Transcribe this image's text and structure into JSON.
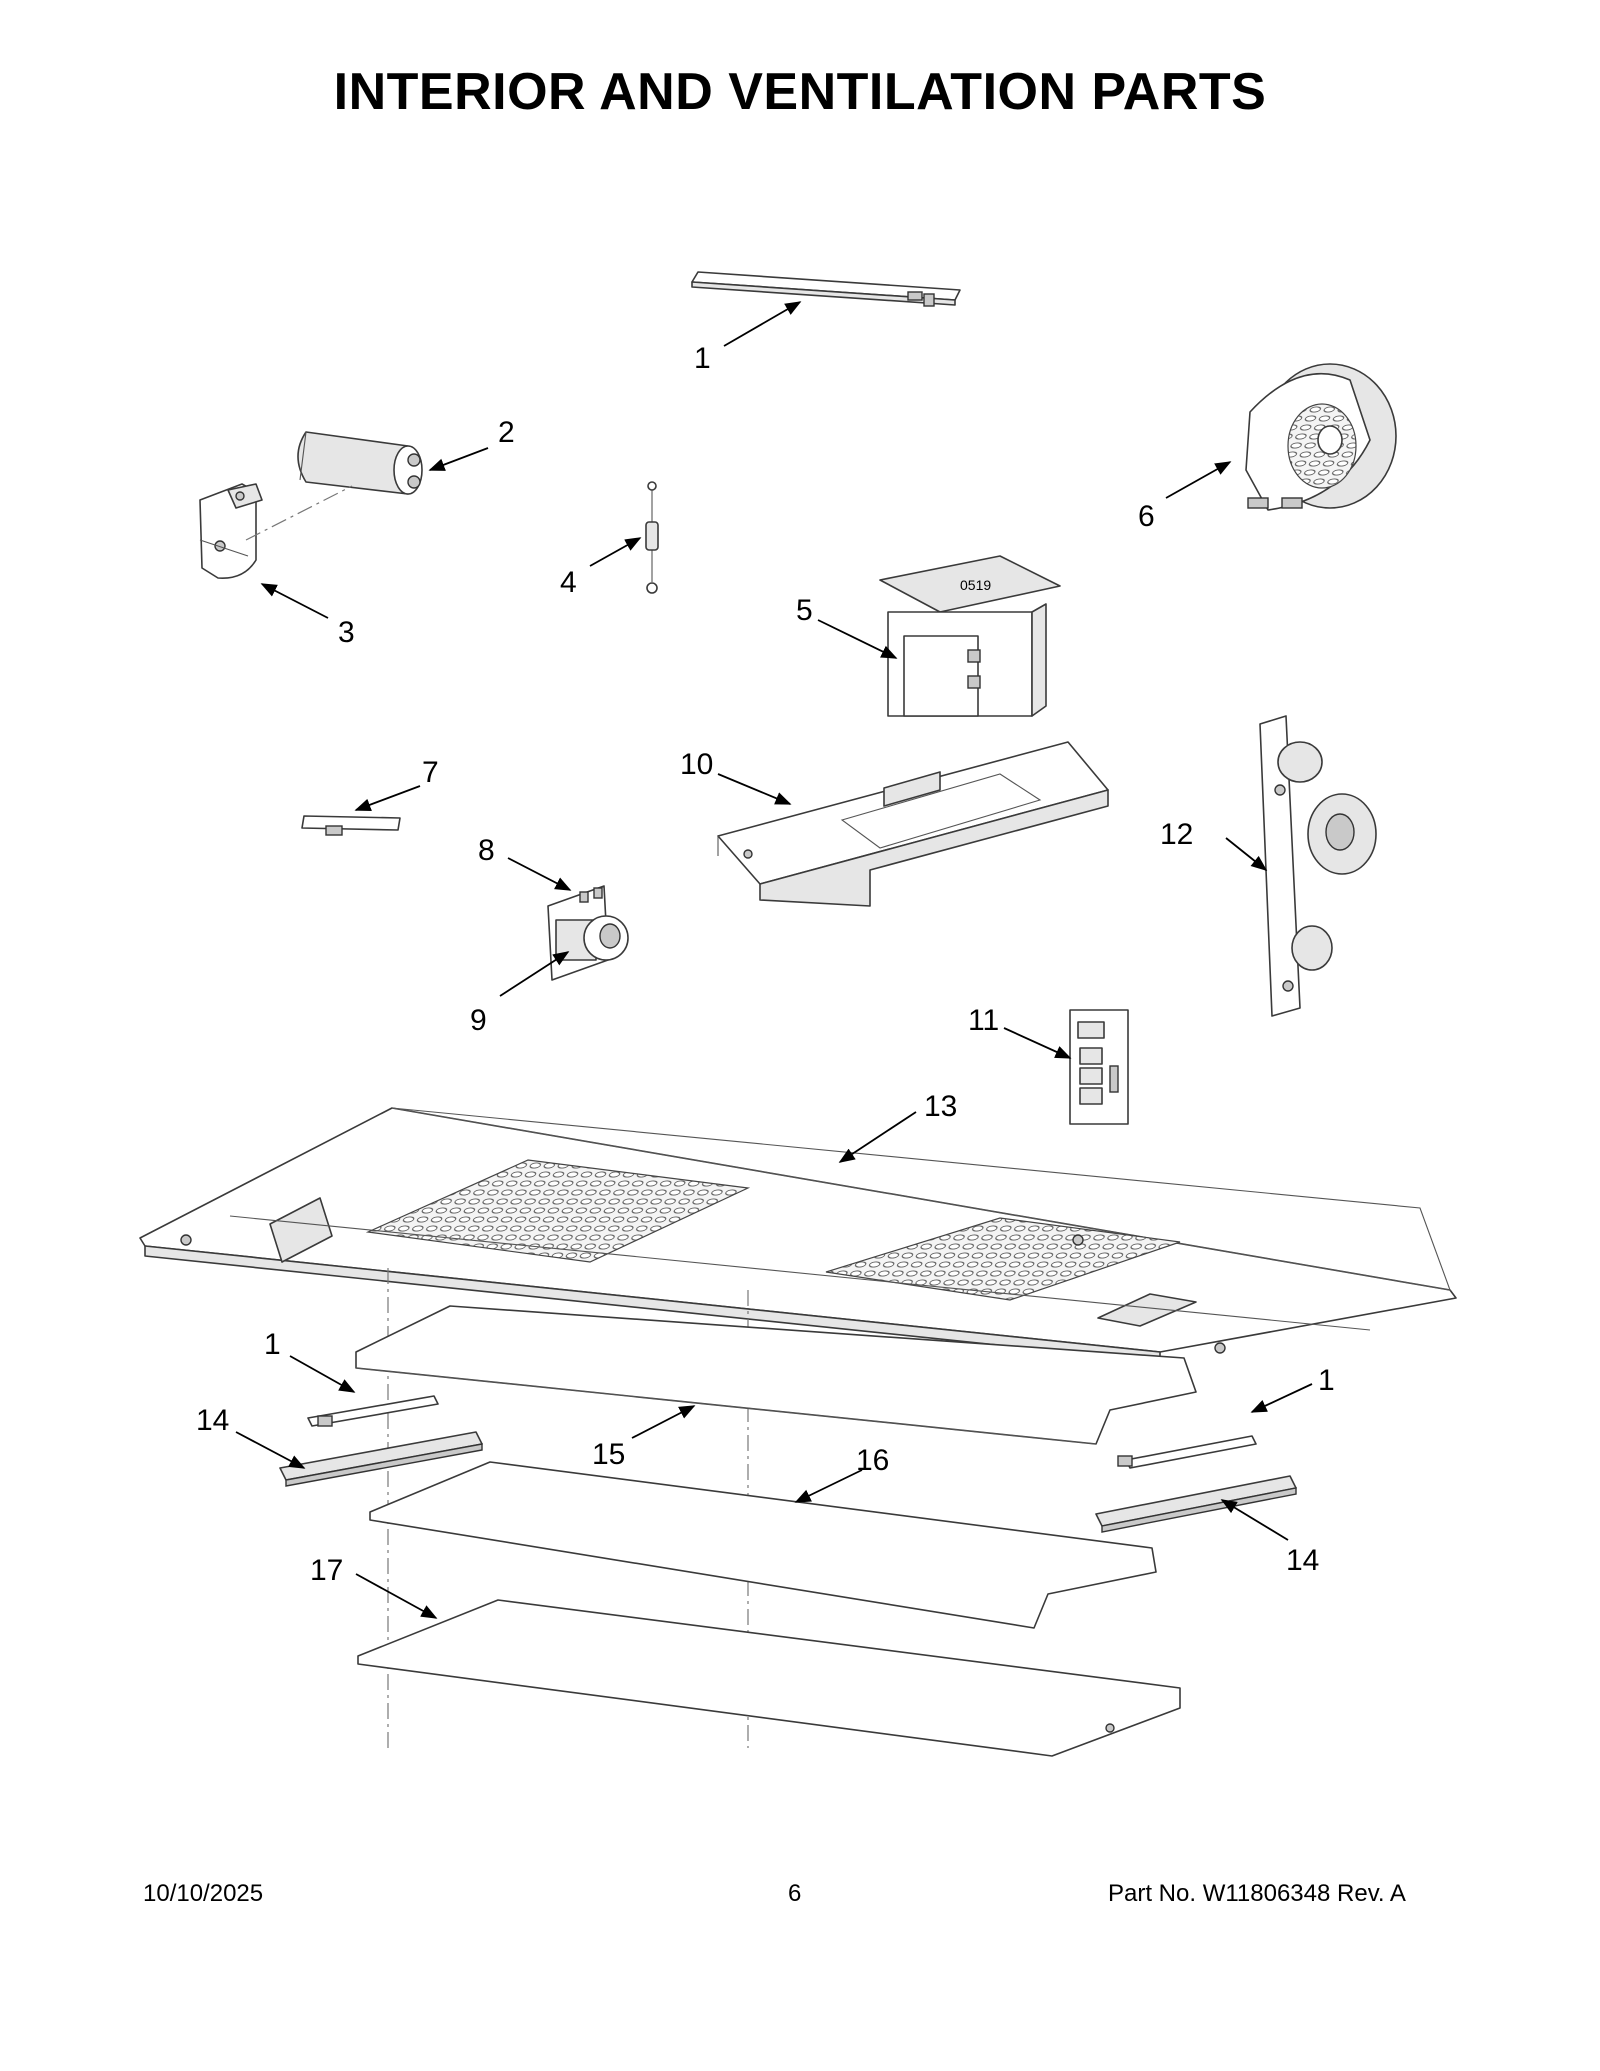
{
  "page": {
    "title": "INTERIOR AND VENTILATION PARTS",
    "footer": {
      "date": "10/10/2025",
      "page_number": "6",
      "part_number": "Part No.  W11806348  Rev.  A"
    }
  },
  "callouts": [
    "1",
    "2",
    "3",
    "4",
    "5",
    "6",
    "7",
    "8",
    "9",
    "10",
    "11",
    "12",
    "13",
    "1",
    "14",
    "15",
    "16",
    "1",
    "14",
    "17"
  ]
}
